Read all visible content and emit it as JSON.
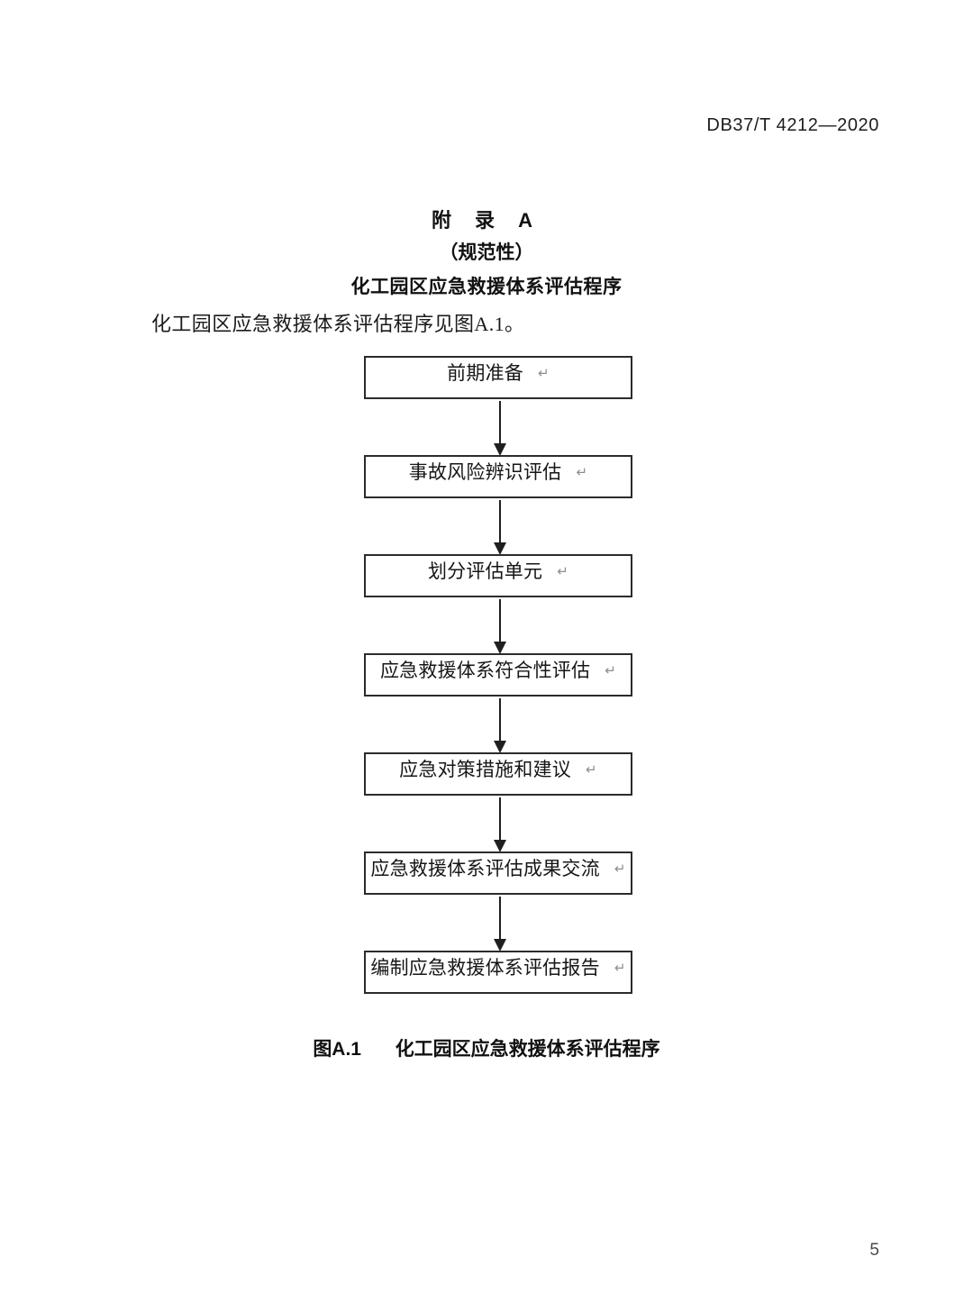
{
  "header": {
    "standard_number": "DB37/T 4212—2020"
  },
  "annex": {
    "label": "附 录 A",
    "kind": "（规范性）",
    "heading": "化工园区应急救援体系评估程序"
  },
  "body": {
    "paragraph": "化工园区应急救援体系评估程序见图A.1。"
  },
  "figure": {
    "caption_number": "图A.1",
    "caption_text": "化工园区应急救援体系评估程序",
    "pilcrow_glyph": "↵",
    "nodes": [
      {
        "label": "前期准备"
      },
      {
        "label": "事故风险辨识评估"
      },
      {
        "label": "划分评估单元"
      },
      {
        "label": "应急救援体系符合性评估"
      },
      {
        "label": "应急对策措施和建议"
      },
      {
        "label": "应急救援体系评估成果交流"
      },
      {
        "label": "编制应急救援体系评估报告"
      }
    ]
  },
  "footer": {
    "page_number": "5"
  },
  "colors": {
    "ink": "#1a1a1a",
    "box_border": "#2b2b2b",
    "connector": "#1f1f1f",
    "pilcrow": "#8d8d8d",
    "page_background": "#ffffff"
  }
}
